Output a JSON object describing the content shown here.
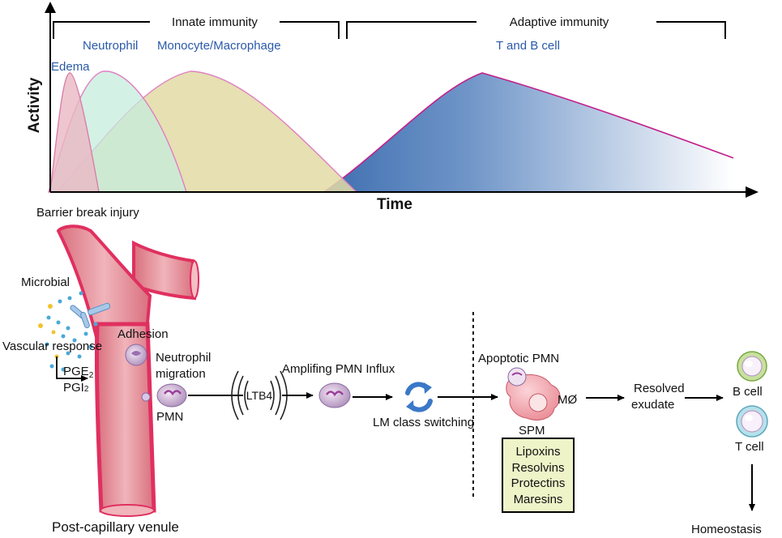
{
  "top_chart": {
    "y_axis_label": "Activity",
    "x_axis_label": "Time",
    "phases": [
      {
        "label": "Innate immunity"
      },
      {
        "label": "Adaptive immunity"
      }
    ],
    "waves": [
      {
        "label": "Edema",
        "fill": "#eab8c4",
        "stroke": "#d97fa8"
      },
      {
        "label": "Neutrophil",
        "fill": "#c5ecdc",
        "stroke": "#e07fc0"
      },
      {
        "label": "Monocyte/Macrophage",
        "fill": "#e2dba6",
        "stroke": "#e07fc0"
      },
      {
        "label": "T and B cell",
        "fill": "#4f7fbd",
        "stroke": "#c2208c"
      }
    ]
  },
  "process": {
    "barrier": "Barrier break injury",
    "microbial": "Microbial",
    "vascular": "Vascular response",
    "pge_main": "PGE",
    "pge_sub": "2",
    "pgi_main": "PGI",
    "pgi_sub": "2",
    "adhesion": "Adhesion",
    "neutrophil_migration_1": "Neutrophil",
    "neutrophil_migration_2": "migration",
    "pmn": "PMN",
    "venule": "Post-capillary venule",
    "ltb4": "LTB4",
    "amplifying": "Amplifing PMN Influx",
    "lm_switch": "LM class switching",
    "apoptotic": "Apoptotic PMN",
    "macrophage": "MØ",
    "spm": "SPM",
    "spm_list": [
      "Lipoxins",
      "Resolvins",
      "Protectins",
      "Maresins"
    ],
    "resolved_1": "Resolved",
    "resolved_2": "exudate",
    "b_cell": "B cell",
    "t_cell": "T cell",
    "homeostasis": "Homeostasis"
  },
  "colors": {
    "vessel": "#e8a0a8",
    "vessel_edge": "#e03060",
    "spm_box": "#eef3c8",
    "label_blue": "#2a5aa8"
  }
}
